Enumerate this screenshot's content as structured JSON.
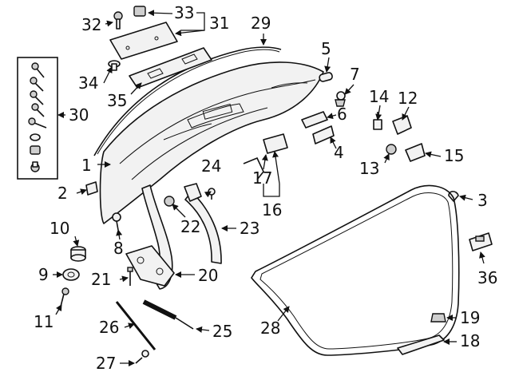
{
  "callouts": {
    "c1": "1",
    "c2": "2",
    "c3": "3",
    "c4": "4",
    "c5": "5",
    "c6": "6",
    "c7": "7",
    "c8": "8",
    "c9": "9",
    "c10": "10",
    "c11": "11",
    "c12": "12",
    "c13": "13",
    "c14": "14",
    "c15": "15",
    "c16": "16",
    "c17": "17",
    "c18": "18",
    "c19": "19",
    "c20": "20",
    "c21": "21",
    "c22": "22",
    "c23": "23",
    "c24": "24",
    "c25": "25",
    "c26": "26",
    "c27": "27",
    "c28": "28",
    "c29": "29",
    "c30": "30",
    "c31": "31",
    "c32": "32",
    "c33": "33",
    "c34": "34",
    "c35": "35",
    "c36": "36"
  }
}
